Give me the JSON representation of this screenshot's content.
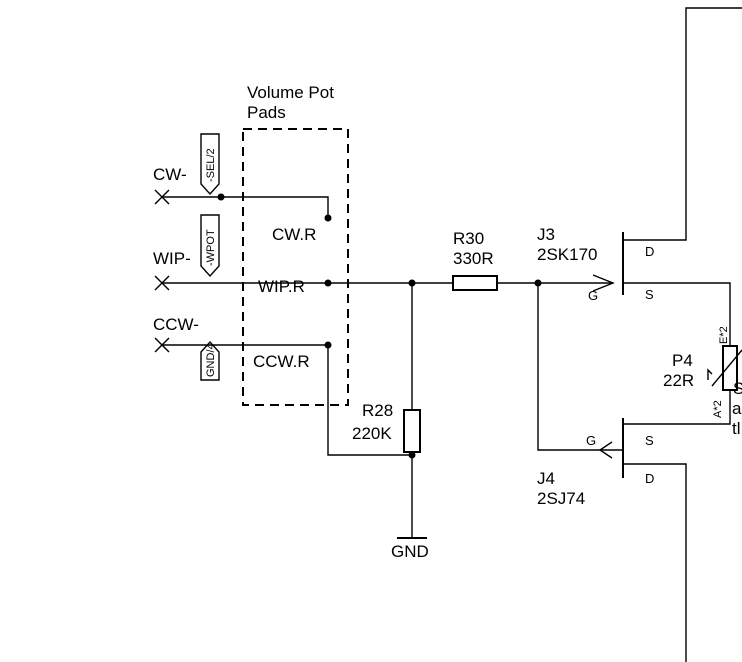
{
  "pot_pads": {
    "line1": "Volume Pot",
    "line2": "Pads"
  },
  "ports": {
    "cw": {
      "net": "CW-",
      "tag": "-SEL/2"
    },
    "wip": {
      "net": "WIP-",
      "tag": "-WPOT"
    },
    "ccw": {
      "net": "CCW-",
      "tag": "GND/4"
    }
  },
  "pads": {
    "cw": "CW.R",
    "wip": "WIP.R",
    "ccw": "CCW.R"
  },
  "r30": {
    "ref": "R30",
    "value": "330R"
  },
  "r28": {
    "ref": "R28",
    "value": "220K"
  },
  "gnd": "GND",
  "j3": {
    "ref": "J3",
    "part": "2SK170",
    "d": "D",
    "g": "G",
    "s": "S"
  },
  "j4": {
    "ref": "J4",
    "part": "2SJ74",
    "d": "D",
    "g": "G",
    "s": "S"
  },
  "p4": {
    "ref": "P4",
    "value": "22R",
    "pin_e": "E*2",
    "pin_a": "A*2"
  },
  "cutoff_text": [
    "S",
    "a",
    "tl"
  ]
}
